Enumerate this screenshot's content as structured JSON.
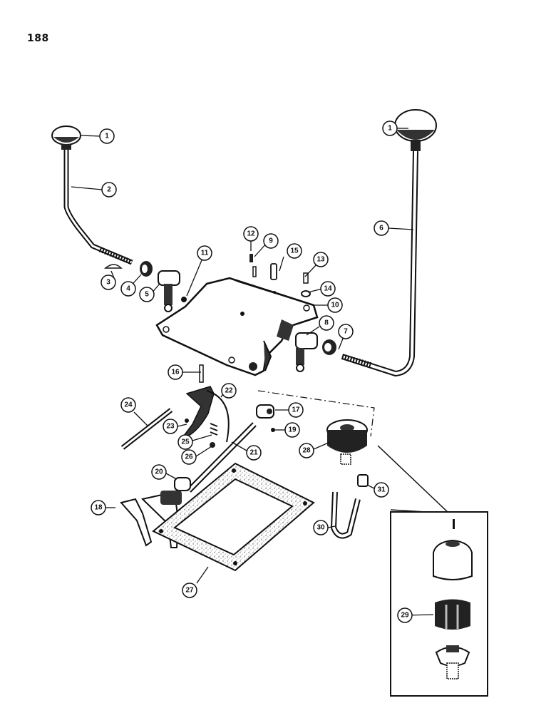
{
  "page_number": "188",
  "colors": {
    "ink": "#111111",
    "paper": "#ffffff",
    "shade": "#4a4a4a",
    "gasket": "#d9d9d9"
  },
  "callouts": [
    "1",
    "1",
    "2",
    "3",
    "4",
    "5",
    "6",
    "7",
    "8",
    "9",
    "10",
    "11",
    "12",
    "13",
    "14",
    "15",
    "16",
    "17",
    "18",
    "19",
    "20",
    "21",
    "22",
    "23",
    "24",
    "25",
    "26",
    "27",
    "28",
    "29",
    "30",
    "31"
  ]
}
